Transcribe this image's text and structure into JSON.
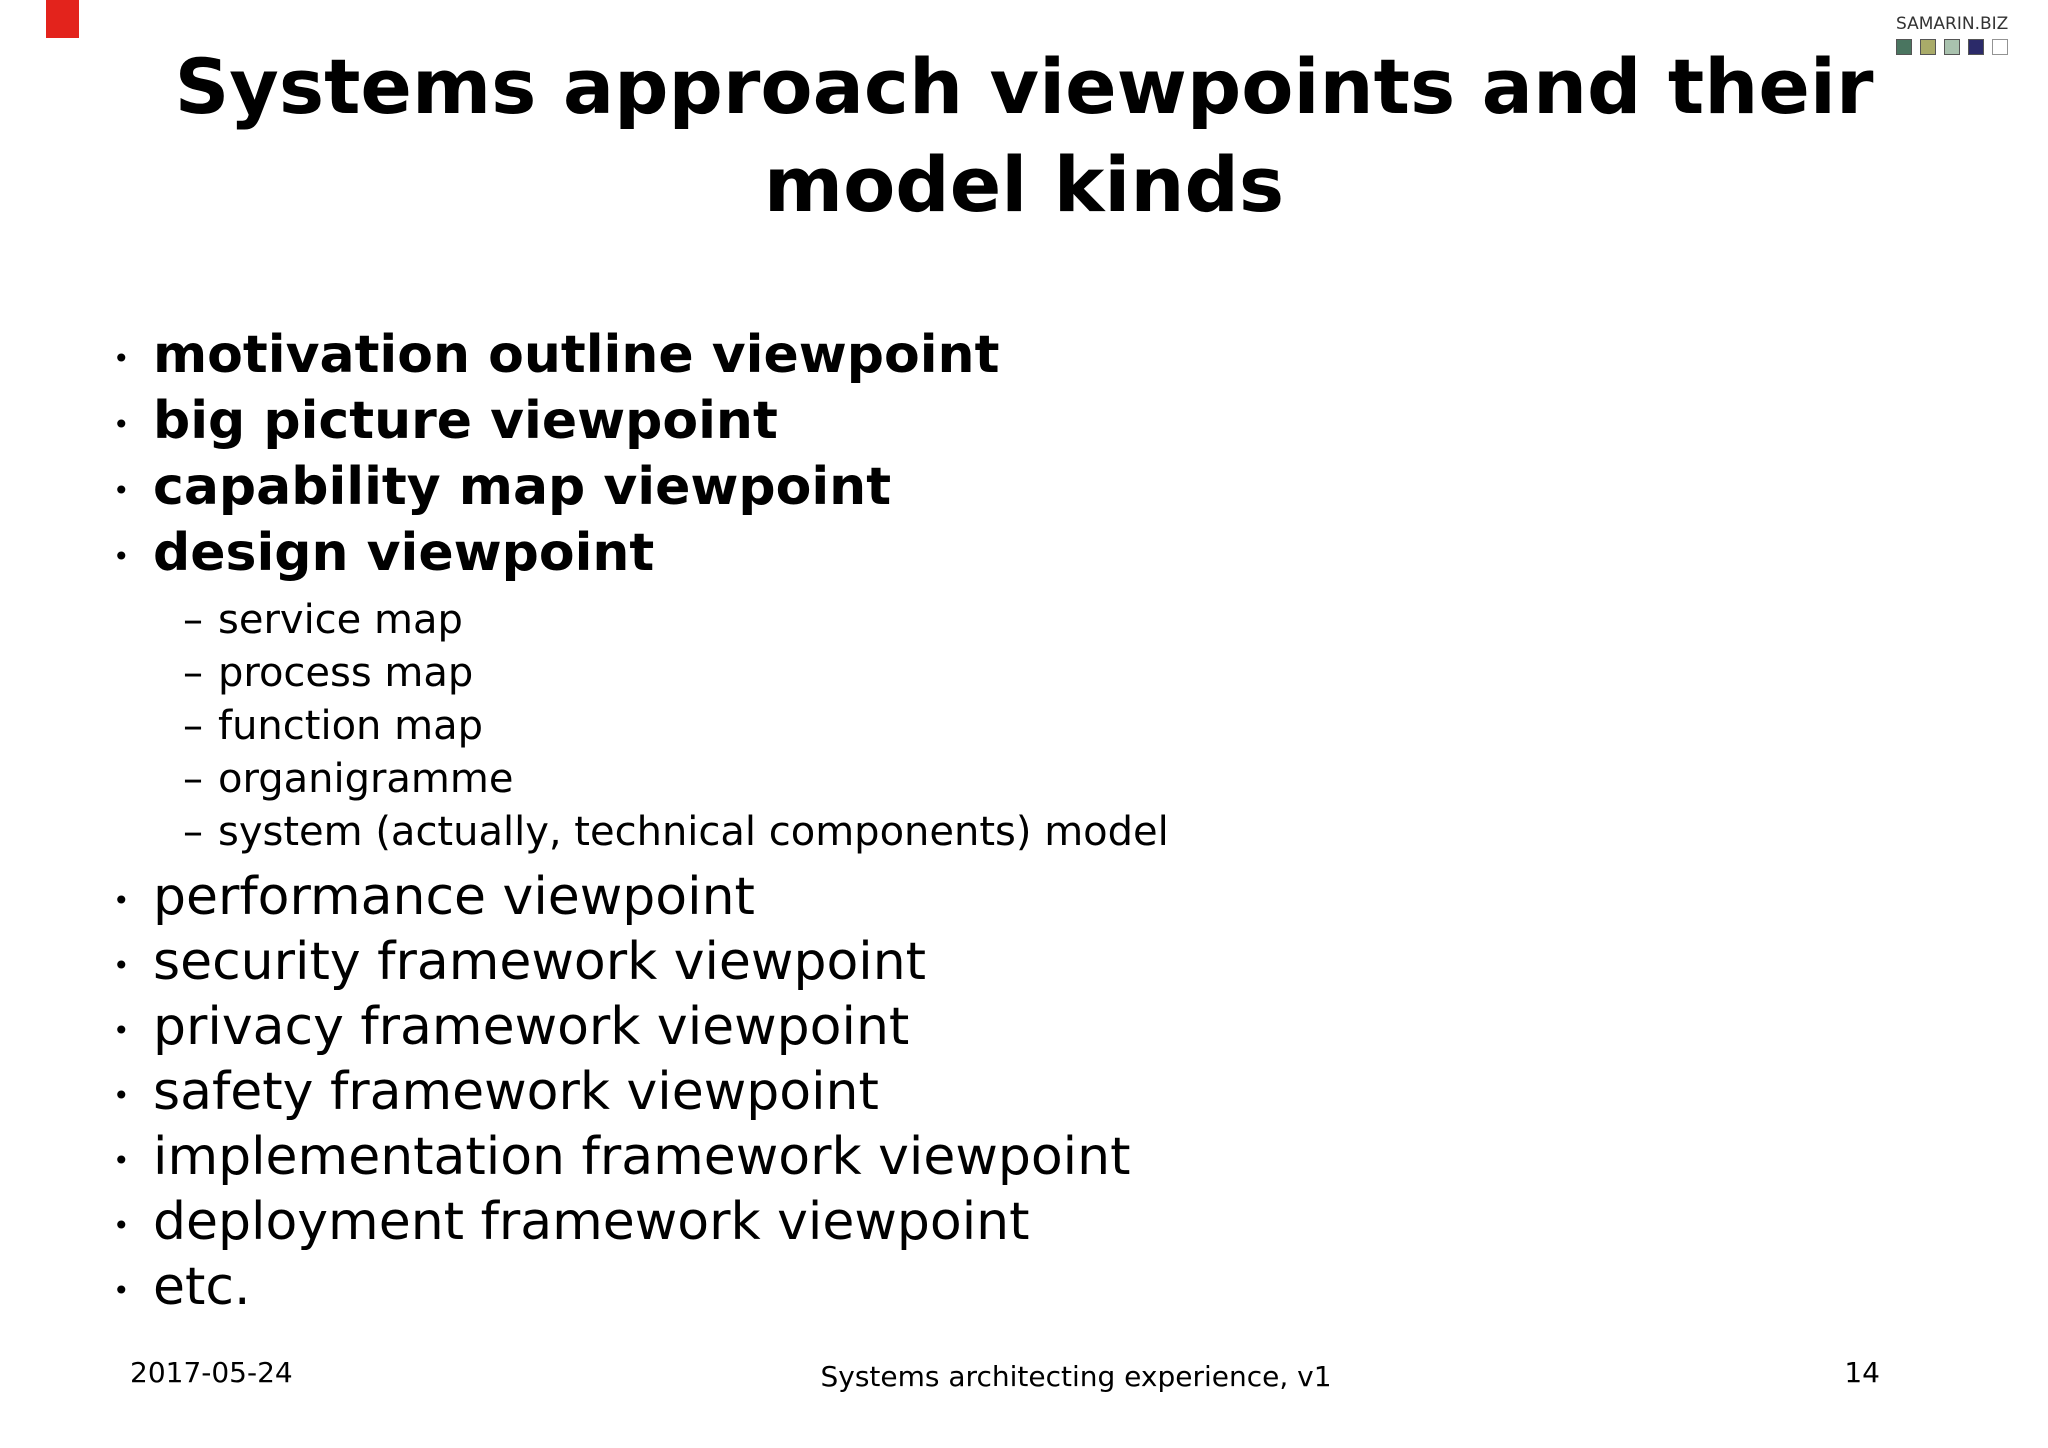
{
  "slide": {
    "title": {
      "line1": "Systems approach viewpoints and their",
      "line2": "model kinds"
    },
    "logo": {
      "text": "SAMARIN.BIZ",
      "squares": [
        {
          "name": "dark-green-square",
          "color": "#4a7560"
        },
        {
          "name": "olive-square",
          "color": "#a9ab69"
        },
        {
          "name": "sage-square",
          "color": "#a9c2ae"
        },
        {
          "name": "navy-square",
          "color": "#2b2a69"
        },
        {
          "name": "white-square",
          "color": "#ffffff"
        }
      ]
    },
    "accent": {
      "red_tab_color": "#e3231c"
    },
    "markers": {
      "level1": "•",
      "level2": "–"
    },
    "bullets": [
      {
        "label": "motivation outline viewpoint",
        "bold": true
      },
      {
        "label": "big picture viewpoint",
        "bold": true
      },
      {
        "label": "capability map viewpoint",
        "bold": true
      },
      {
        "label": "design viewpoint",
        "bold": true,
        "children": [
          "service map",
          "process map",
          "function map",
          "organigramme",
          "system (actually, technical components) model"
        ]
      },
      {
        "label": "performance viewpoint",
        "bold": false
      },
      {
        "label": "security framework viewpoint",
        "bold": false
      },
      {
        "label": "privacy framework viewpoint",
        "bold": false
      },
      {
        "label": "safety framework viewpoint",
        "bold": false
      },
      {
        "label": "implementation framework viewpoint",
        "bold": false
      },
      {
        "label": "deployment framework viewpoint",
        "bold": false
      },
      {
        "label": "etc.",
        "bold": false
      }
    ],
    "footer": {
      "date": "2017-05-24",
      "center": "Systems architecting experience, v1",
      "page": "14"
    }
  }
}
